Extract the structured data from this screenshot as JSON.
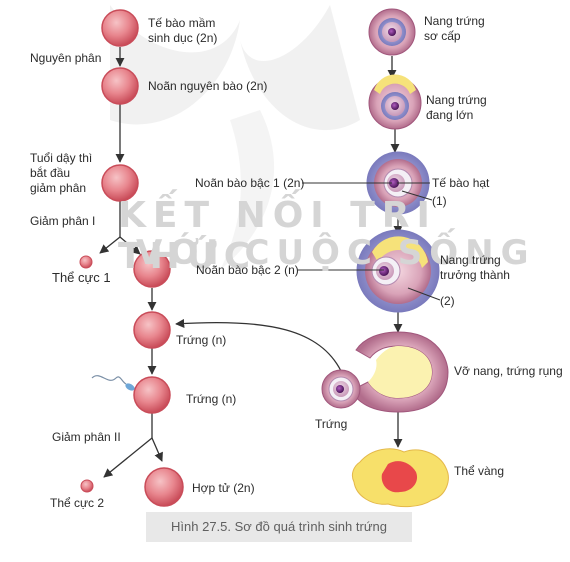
{
  "figure": {
    "caption": "Hình 27.5. Sơ đồ quá trình sinh trứng",
    "watermark": {
      "line1": "KẾT NỐI TRI THỨC",
      "line2": "VỚI CUỘC SỐNG"
    }
  },
  "left_chain": {
    "cells": [
      {
        "label": "Tế bào mầm\nsinh dục (2n)"
      },
      {
        "label": "Noãn nguyên bào (2n)"
      },
      {
        "label": "Noãn bào bậc 1 (2n)"
      },
      {
        "label": "Noãn bào bậc 2 (n)"
      },
      {
        "label": "Trứng (n)"
      },
      {
        "label": "Trứng (n)"
      },
      {
        "label": "Hợp tử (2n)"
      }
    ],
    "polar_bodies": [
      {
        "label": "Thể cực 1"
      },
      {
        "label": "Thể cực 2"
      }
    ],
    "stages": [
      {
        "label": "Nguyên phân"
      },
      {
        "label": "Tuổi dậy thì\nbắt đầu\ngiảm phân"
      },
      {
        "label": "Giảm phân I"
      },
      {
        "label": "Giảm phân II"
      }
    ]
  },
  "right_chain": {
    "follicles": [
      {
        "label": "Nang trứng\nsơ cấp"
      },
      {
        "label": "Nang trứng\nđang lớn"
      },
      {
        "label": "Tế bào hạt"
      },
      {
        "label": "Nang trứng\ntrưởng thành"
      },
      {
        "label": "Vỡ nang, trứng rụng"
      },
      {
        "label": "Thể vàng"
      }
    ],
    "released_egg": {
      "label": "Trứng"
    },
    "markers": [
      "(1)",
      "(2)"
    ]
  },
  "colors": {
    "cell_fill": "#e8868e",
    "cell_border": "#c94c59",
    "follicle_ring": "#d9a3b8",
    "follicle_blue": "#8f8fcf",
    "nucleus": "#6a2878",
    "yolk": "#f7e06a",
    "corpus_red": "#e8484a",
    "caption_bg": "#e8e8e8"
  }
}
